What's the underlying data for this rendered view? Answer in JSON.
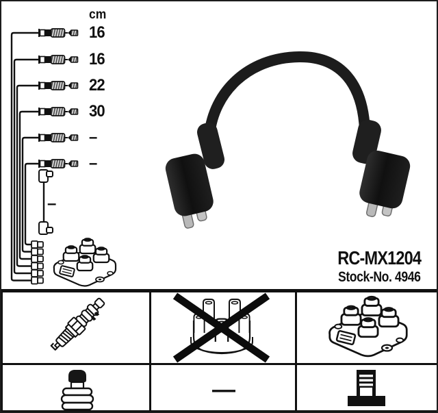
{
  "product": {
    "code": "RC-MX1204",
    "stock": "Stock-No. 4946"
  },
  "diagram": {
    "unit_label": "cm",
    "lengths": [
      "16",
      "16",
      "22",
      "30",
      "–",
      "–"
    ],
    "elbow_length": "–"
  },
  "photo": {
    "subject": "ignition-lead-with-round-boots"
  },
  "grid": {
    "row1": [
      {
        "name": "spark-plug"
      },
      {
        "name": "distributor-cap",
        "crossed_out": true
      },
      {
        "name": "ignition-coil-pack"
      }
    ],
    "row2": [
      {
        "name": "plug-terminal-nut"
      },
      {
        "name": "not-applicable",
        "label": "—"
      },
      {
        "name": "coil-tower-terminal"
      }
    ]
  },
  "colors": {
    "ink": "#111111",
    "background": "#ffffff",
    "photo_black": "#1a1a1a"
  }
}
